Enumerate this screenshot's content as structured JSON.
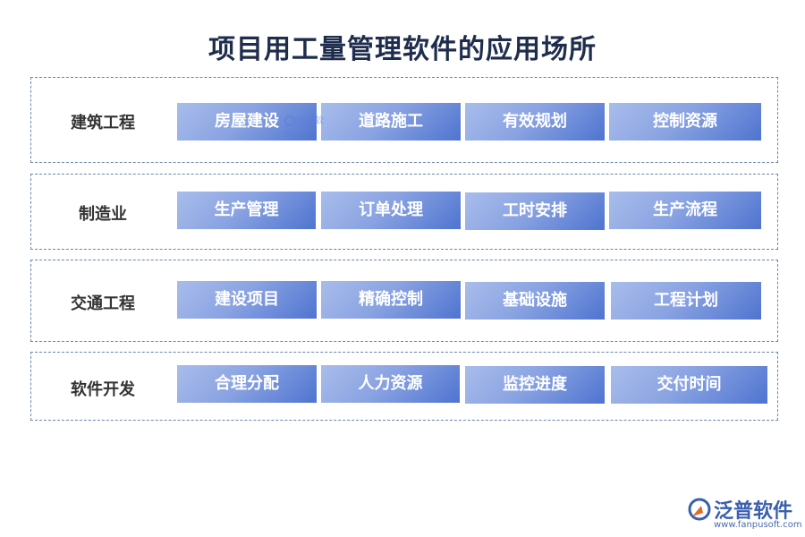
{
  "title": "项目用工量管理软件的应用场所",
  "sections": [
    {
      "label": "建筑工程",
      "items": [
        "房屋建设",
        "道路施工",
        "有效规划",
        "控制资源"
      ]
    },
    {
      "label": "制造业",
      "items": [
        "生产管理",
        "订单处理",
        "工时安排",
        "生产流程"
      ]
    },
    {
      "label": "交通工程",
      "items": [
        "建设项目",
        "精确控制",
        "基础设施",
        "工程计划"
      ]
    },
    {
      "label": "软件开发",
      "items": [
        "合理分配",
        "人力资源",
        "监控进度",
        "交付时间"
      ]
    }
  ],
  "watermark": {
    "text": "泛普软件"
  },
  "logo": {
    "name": "泛普软件",
    "url": "www.fanpusoft.com"
  },
  "colors": {
    "title": "#1f2d4d",
    "border": "#6b86ad",
    "box_start": "#a9bdeb",
    "box_end": "#4f74d0",
    "logo": "#3a5fae"
  }
}
